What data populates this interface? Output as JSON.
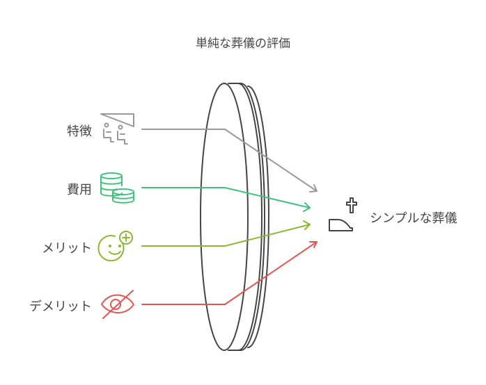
{
  "title": "単純な葬儀の評価",
  "inputs": [
    {
      "label": "特徴",
      "color": "#999999",
      "icon": "seats-icon"
    },
    {
      "label": "費用",
      "color": "#3cc47c",
      "icon": "coins-icon"
    },
    {
      "label": "メリット",
      "color": "#8ab832",
      "icon": "smile-plus-icon"
    },
    {
      "label": "デメリット",
      "color": "#e5554f",
      "icon": "eye-slash-icon"
    }
  ],
  "output": {
    "label": "シンプルな葬儀",
    "icon": "coffin-cross-icon"
  }
}
